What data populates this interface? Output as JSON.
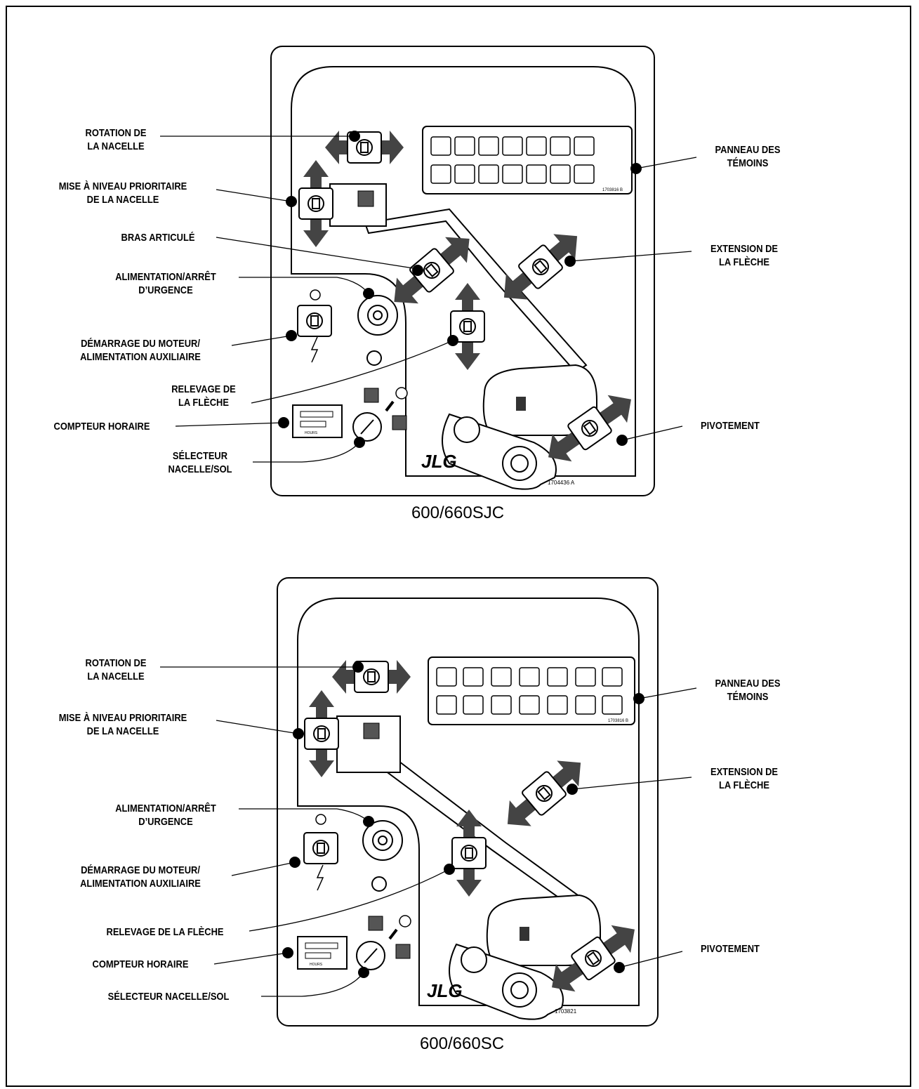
{
  "panels": [
    {
      "model": "600/660SJC",
      "labels": {
        "rotation": [
          "ROTATION DE",
          "LA NACELLE"
        ],
        "leveling": [
          "MISE À NIVEAU PRIORITAIRE",
          "DE LA NACELLE"
        ],
        "jib": [
          "BRAS ARTICULÉ"
        ],
        "power": [
          "ALIMENTATION/ARRÊT",
          "D’URGENCE"
        ],
        "start": [
          "DÉMARRAGE DU MOTEUR/",
          "ALIMENTATION AUXILIAIRE"
        ],
        "lift": [
          "RELEVAGE DE",
          "LA FLÈCHE"
        ],
        "hourmeter": [
          "COMPTEUR HORAIRE"
        ],
        "selector": [
          "SÉLECTEUR",
          "NACELLE/SOL"
        ],
        "indicators": [
          "PANNEAU DES",
          "TÉMOINS"
        ],
        "telescope": [
          "EXTENSION DE",
          "LA FLÈCHE"
        ],
        "swing": [
          "PIVOTEMENT"
        ]
      },
      "decal_number": "1704436 A",
      "indicator_decal_number": "1703816 B",
      "logo": "JLG"
    },
    {
      "model": "600/660SC",
      "labels": {
        "rotation": [
          "ROTATION DE",
          "LA NACELLE"
        ],
        "leveling": [
          "MISE À NIVEAU PRIORITAIRE",
          "DE LA NACELLE"
        ],
        "power": [
          "ALIMENTATION/ARRÊT",
          "D’URGENCE"
        ],
        "start": [
          "DÉMARRAGE DU MOTEUR/",
          "ALIMENTATION AUXILIAIRE"
        ],
        "lift": [
          "RELEVAGE DE LA FLÈCHE"
        ],
        "hourmeter": [
          "COMPTEUR HORAIRE"
        ],
        "selector": [
          "SÉLECTEUR NACELLE/SOL"
        ],
        "indicators": [
          "PANNEAU DES",
          "TÉMOINS"
        ],
        "telescope": [
          "EXTENSION DE",
          "LA FLÈCHE"
        ],
        "swing": [
          "PIVOTEMENT"
        ]
      },
      "decal_number": "1703821",
      "indicator_decal_number": "1703816 B",
      "logo": "JLG"
    }
  ],
  "hourmeter_text": "HOURS",
  "colors": {
    "ink": "#000000",
    "grey_fill": "#555555",
    "panel_bg": "#ffffff"
  }
}
